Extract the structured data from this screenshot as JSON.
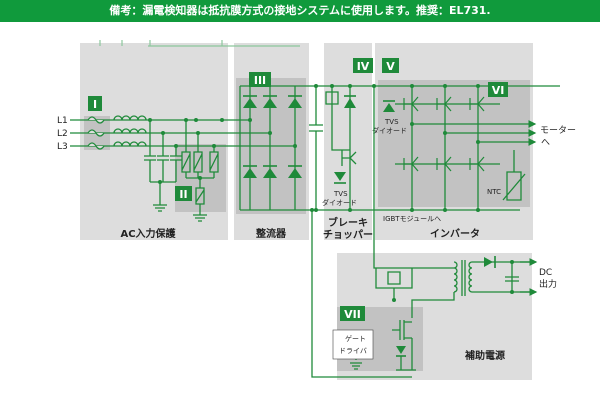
{
  "banner": "備考：漏電検知器は抵抗膜方式の接地システムに使用します。推奨：EL731.",
  "lines": {
    "l1": "L1",
    "l2": "L2",
    "l3": "L3"
  },
  "roman": {
    "i": "I",
    "ii": "II",
    "iii": "III",
    "iv": "IV",
    "v": "V",
    "vi": "VI",
    "vii": "VII"
  },
  "blocks": {
    "ac_protection": "AC入力保護",
    "rectifier": "整流器",
    "brake_chopper_line1": "ブレーキ",
    "brake_chopper_line2": "チョッパー",
    "inverter": "インバータ",
    "aux_power": "補助電源"
  },
  "labels": {
    "tvs_diode_1_a": "TVS",
    "tvs_diode_1_b": "ダイオード",
    "tvs_diode_2_a": "TVS",
    "tvs_diode_2_b": "ダイオード",
    "igbt_module": "IGBTモジュールへ",
    "ntc": "NTC",
    "motor_a": "モーター",
    "motor_b": "へ",
    "dc_out_a": "DC",
    "dc_out_b": "出力",
    "gate_driver_a": "ゲート",
    "gate_driver_b": "ドライバ"
  },
  "colors": {
    "accent": "#1f8a3a",
    "banner": "#109a3c",
    "block": "#dddddd",
    "block_dark": "#c2c2c2"
  }
}
